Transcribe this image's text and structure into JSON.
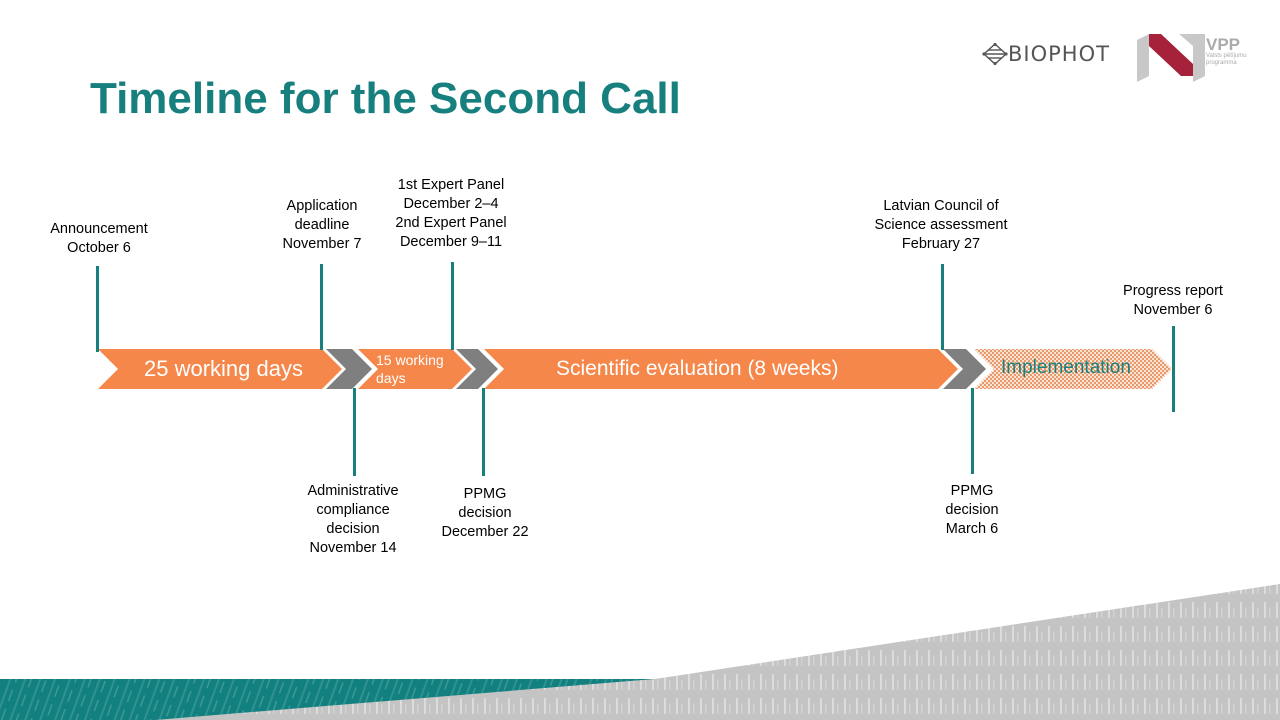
{
  "title": "Timeline for the Second Call",
  "logos": {
    "biophot": "BIOPHOT",
    "vpp": "VPP",
    "vpp_sub1": "Valsts pētījumu",
    "vpp_sub2": "programma"
  },
  "colors": {
    "teal": "#17807e",
    "orange": "#f5874a",
    "gray": "#7f7f7f",
    "footer_gray": "#c4c4c4"
  },
  "segments": {
    "s1": "25 working days",
    "s2_line1": "15 working",
    "s2_line2": "days",
    "s3": "Scientific evaluation (8 weeks)",
    "s4": "Implementation"
  },
  "milestones_top": [
    {
      "line1": "Announcement",
      "line2": "October 6"
    },
    {
      "line1": "Application",
      "line2": "deadline",
      "line3": "November 7"
    },
    {
      "line1": "1st Expert Panel",
      "line2": "December 2–4",
      "line3": "2nd Expert Panel",
      "line4": "December 9–11"
    },
    {
      "line1": "Latvian Council of",
      "line2": "Science assessment",
      "line3": "February 27"
    },
    {
      "line1": "Progress report",
      "line2": "November 6"
    }
  ],
  "milestones_bottom": [
    {
      "line1": "Administrative",
      "line2": "compliance",
      "line3": "decision",
      "line4": "November 14"
    },
    {
      "line1": "PPMG",
      "line2": "decision",
      "line3": "December 22"
    },
    {
      "line1": "PPMG",
      "line2": "decision",
      "line3": "March 6"
    }
  ]
}
